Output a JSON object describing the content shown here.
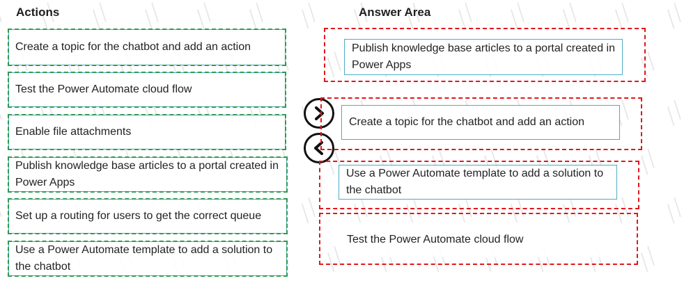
{
  "headings": {
    "actions": "Actions",
    "answer_area": "Answer Area"
  },
  "actions": [
    "Create a topic for the chatbot and add an action",
    "Test the Power Automate cloud flow",
    "Enable file attachments",
    "Publish knowledge base articles to a portal created in Power Apps",
    "Set up a routing for users to get the correct queue",
    "Use a Power Automate template to add a solution to the chatbot"
  ],
  "answers": [
    "Publish knowledge base articles to a portal created in Power Apps",
    "Create a topic for the chatbot and add an action",
    "Use a Power Automate template to add a solution to the chatbot",
    "Test the Power Automate cloud flow"
  ],
  "controls": {
    "move_right_icon": "chevron-right-icon",
    "move_left_icon": "chevron-left-icon"
  },
  "colors": {
    "item_border": "#4bacc6",
    "action_dash": "#2e9b4f",
    "slot_dash": "#e0161c"
  }
}
